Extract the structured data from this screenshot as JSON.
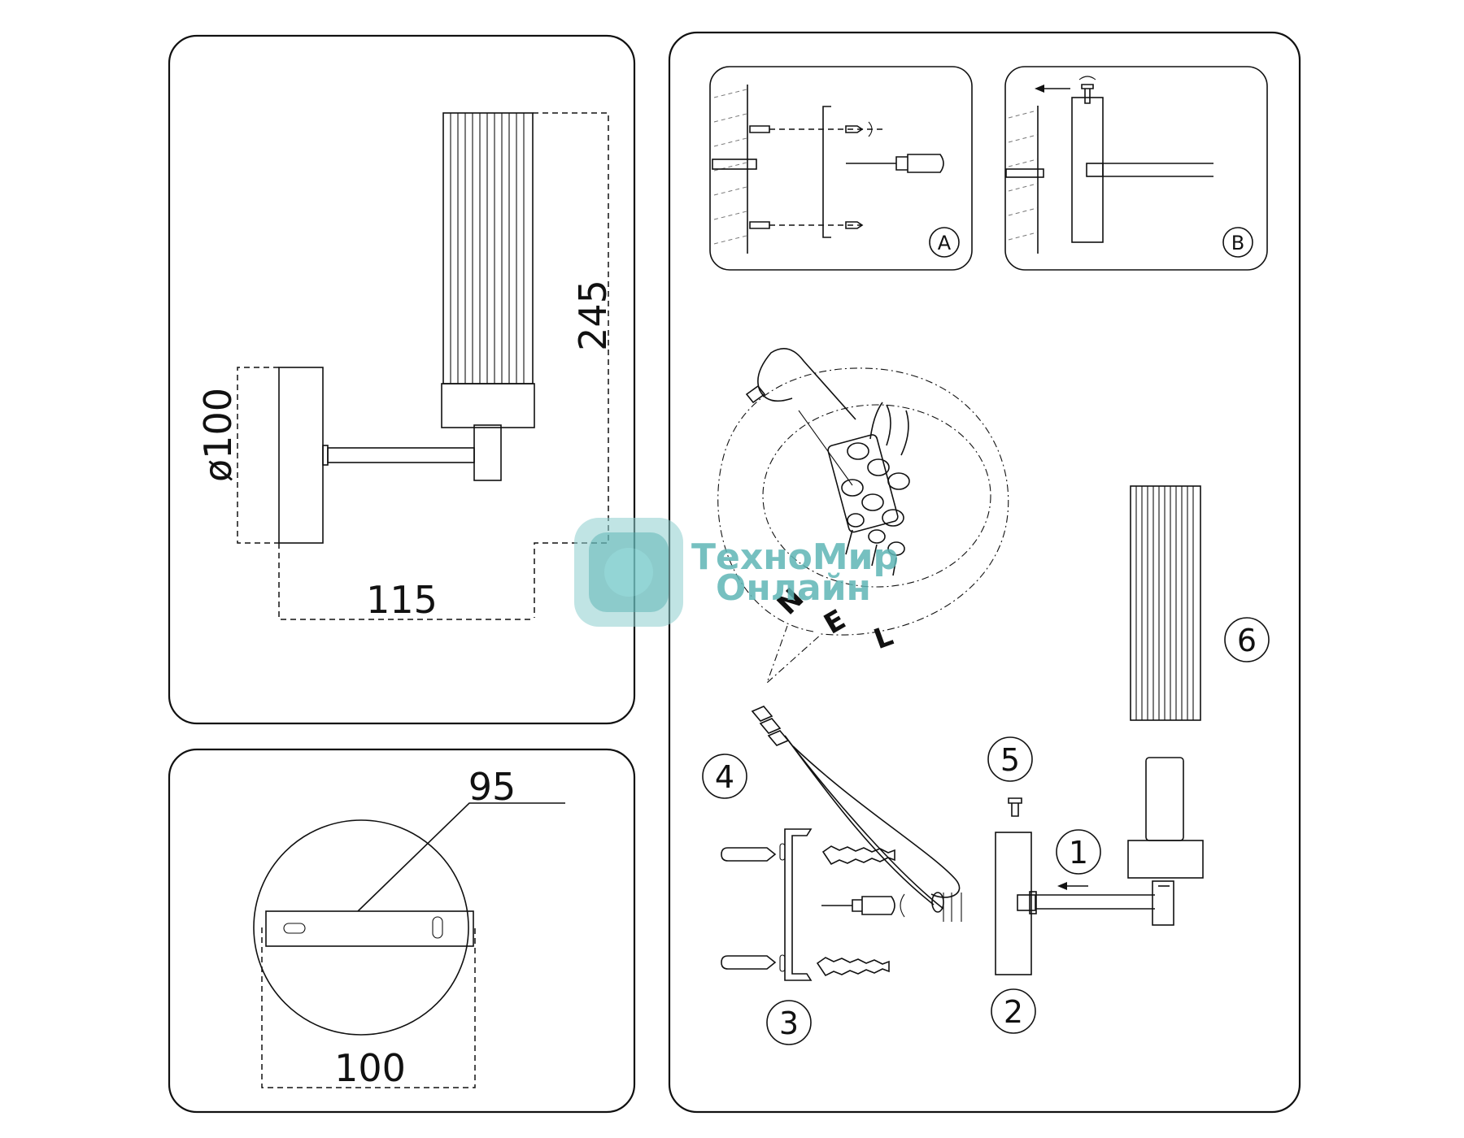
{
  "dimensions": {
    "height": "245",
    "diameter": "ø100",
    "depth": "115",
    "bracket": "95",
    "base": "100"
  },
  "details": {
    "a": "A",
    "b": "B"
  },
  "wires": {
    "n": "N",
    "e": "E",
    "l": "L"
  },
  "parts": {
    "p1": "1",
    "p2": "2",
    "p3": "3",
    "p4": "4",
    "p5": "5",
    "p6": "6"
  },
  "watermark": {
    "line1": "ТехноМир",
    "line2": "Онлайн",
    "color": "#5fb6b6"
  }
}
